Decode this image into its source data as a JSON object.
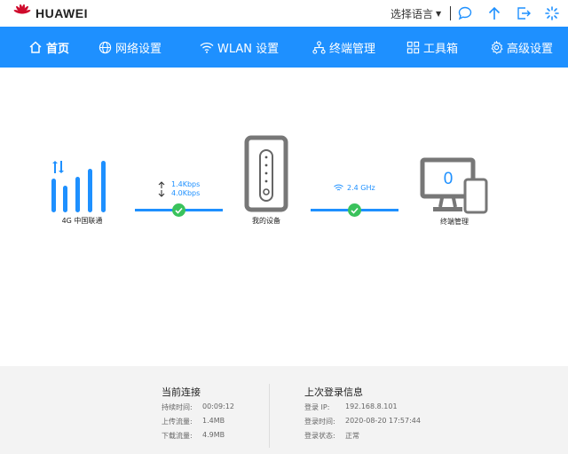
{
  "brand": {
    "name": "HUAWEI",
    "color": "#cf0a2c"
  },
  "header": {
    "language_label": "选择语言",
    "icons": [
      "chat-icon",
      "upload-icon",
      "logout-icon",
      "loading-icon"
    ]
  },
  "nav": {
    "accent": "#1e90ff",
    "items": [
      {
        "label": "首页",
        "icon": "home-icon",
        "active": true
      },
      {
        "label": "网络设置",
        "icon": "globe-icon"
      },
      {
        "label": "WLAN 设置",
        "icon": "wifi-icon"
      },
      {
        "label": "终端管理",
        "icon": "network-icon"
      },
      {
        "label": "工具箱",
        "icon": "grid-icon"
      },
      {
        "label": "高级设置",
        "icon": "gear-icon"
      }
    ]
  },
  "status": {
    "network_label": "4G 中国联通",
    "upload_rate": "1.4Kbps",
    "download_rate": "4.0Kbps",
    "device_label": "我的设备",
    "wifi_band": "2.4 GHz",
    "terminal_count": "0",
    "terminal_label": "终端管理",
    "ok_color": "#3ac25c"
  },
  "current_connection": {
    "title": "当前连接",
    "rows": [
      {
        "label": "持续时间:",
        "value": "00:09:12"
      },
      {
        "label": "上传流量:",
        "value": "1.4MB"
      },
      {
        "label": "下载流量:",
        "value": "4.9MB"
      }
    ]
  },
  "last_login": {
    "title": "上次登录信息",
    "rows": [
      {
        "label": "登录 IP:",
        "value": "192.168.8.101"
      },
      {
        "label": "登录时间:",
        "value": "2020-08-20 17:57:44"
      },
      {
        "label": "登录状态:",
        "value": "正常"
      }
    ]
  }
}
